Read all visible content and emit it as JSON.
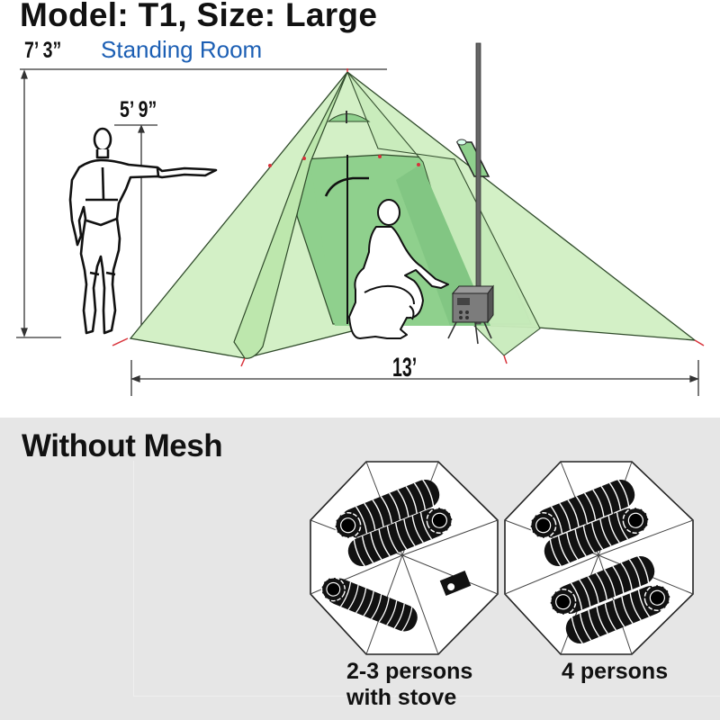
{
  "header": {
    "title": "Model: T1, Size: Large"
  },
  "dimensions": {
    "tent_height": "7’ 3”",
    "tent_height_label": "Standing Room",
    "person_height": "5’ 9”",
    "tent_width": "13’"
  },
  "layout_section": {
    "title": "Without Mesh",
    "configurations": [
      {
        "caption_line1": "2-3 persons",
        "caption_line2": "with stove",
        "sleeping_bags": 3,
        "stove": true
      },
      {
        "caption_line1": "4 persons",
        "caption_line2": "",
        "sleeping_bags": 4,
        "stove": false
      }
    ]
  },
  "colors": {
    "tent_outer": "#d3f0c6",
    "tent_inner": "#8fd08d",
    "standing_room_text": "#1c5fb4",
    "panel_bg": "#e6e6e6",
    "stake_red": "#d8323a"
  },
  "icons": {
    "human_standing": "standing-person-figure",
    "human_crouching": "crouching-person-figure",
    "stove": "wood-stove-icon",
    "sleeping_bag": "sleeping-bag-icon"
  }
}
